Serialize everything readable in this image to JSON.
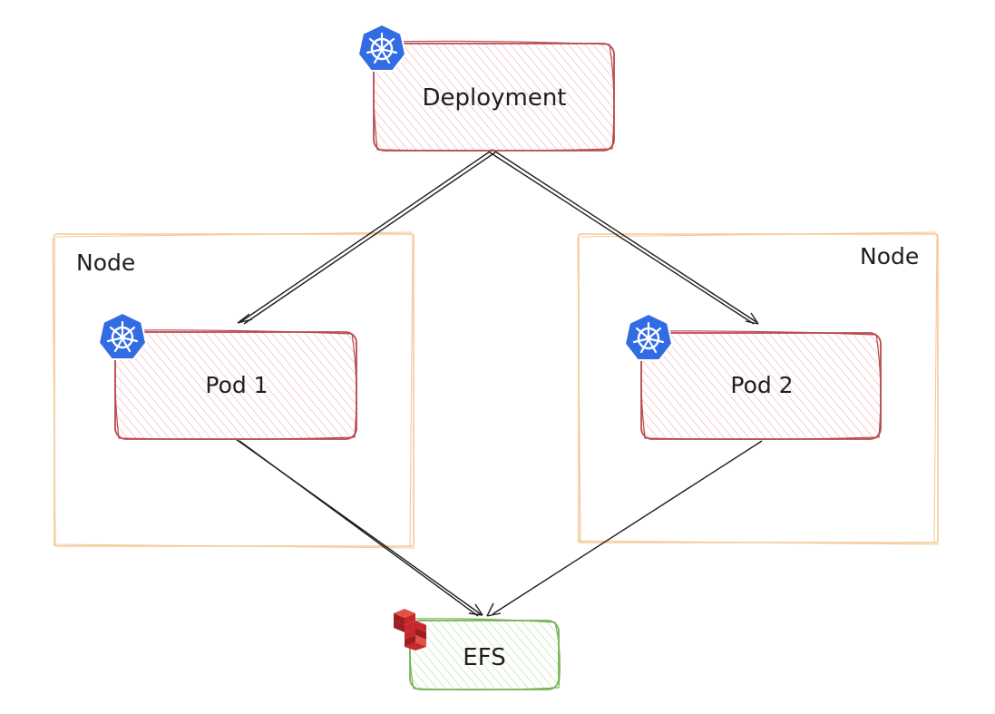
{
  "diagram": {
    "deployment": {
      "label": "Deployment",
      "icon": "kubernetes-icon"
    },
    "nodes": [
      {
        "label": "Node"
      },
      {
        "label": "Node"
      }
    ],
    "pods": [
      {
        "label": "Pod 1",
        "icon": "kubernetes-icon"
      },
      {
        "label": "Pod 2",
        "icon": "kubernetes-icon"
      }
    ],
    "storage": {
      "label": "EFS",
      "icon": "aws-efs-icon"
    }
  },
  "colors": {
    "pod_stroke": "#b94a4c",
    "pod_hatch": "#f4a9b0",
    "node_stroke": "#f6c998",
    "efs_stroke": "#77b255",
    "efs_hatch": "#b9dfa2",
    "arrow": "#1e1e1e",
    "k8s_blue": "#326ce5",
    "aws_red": "#c7282c"
  }
}
